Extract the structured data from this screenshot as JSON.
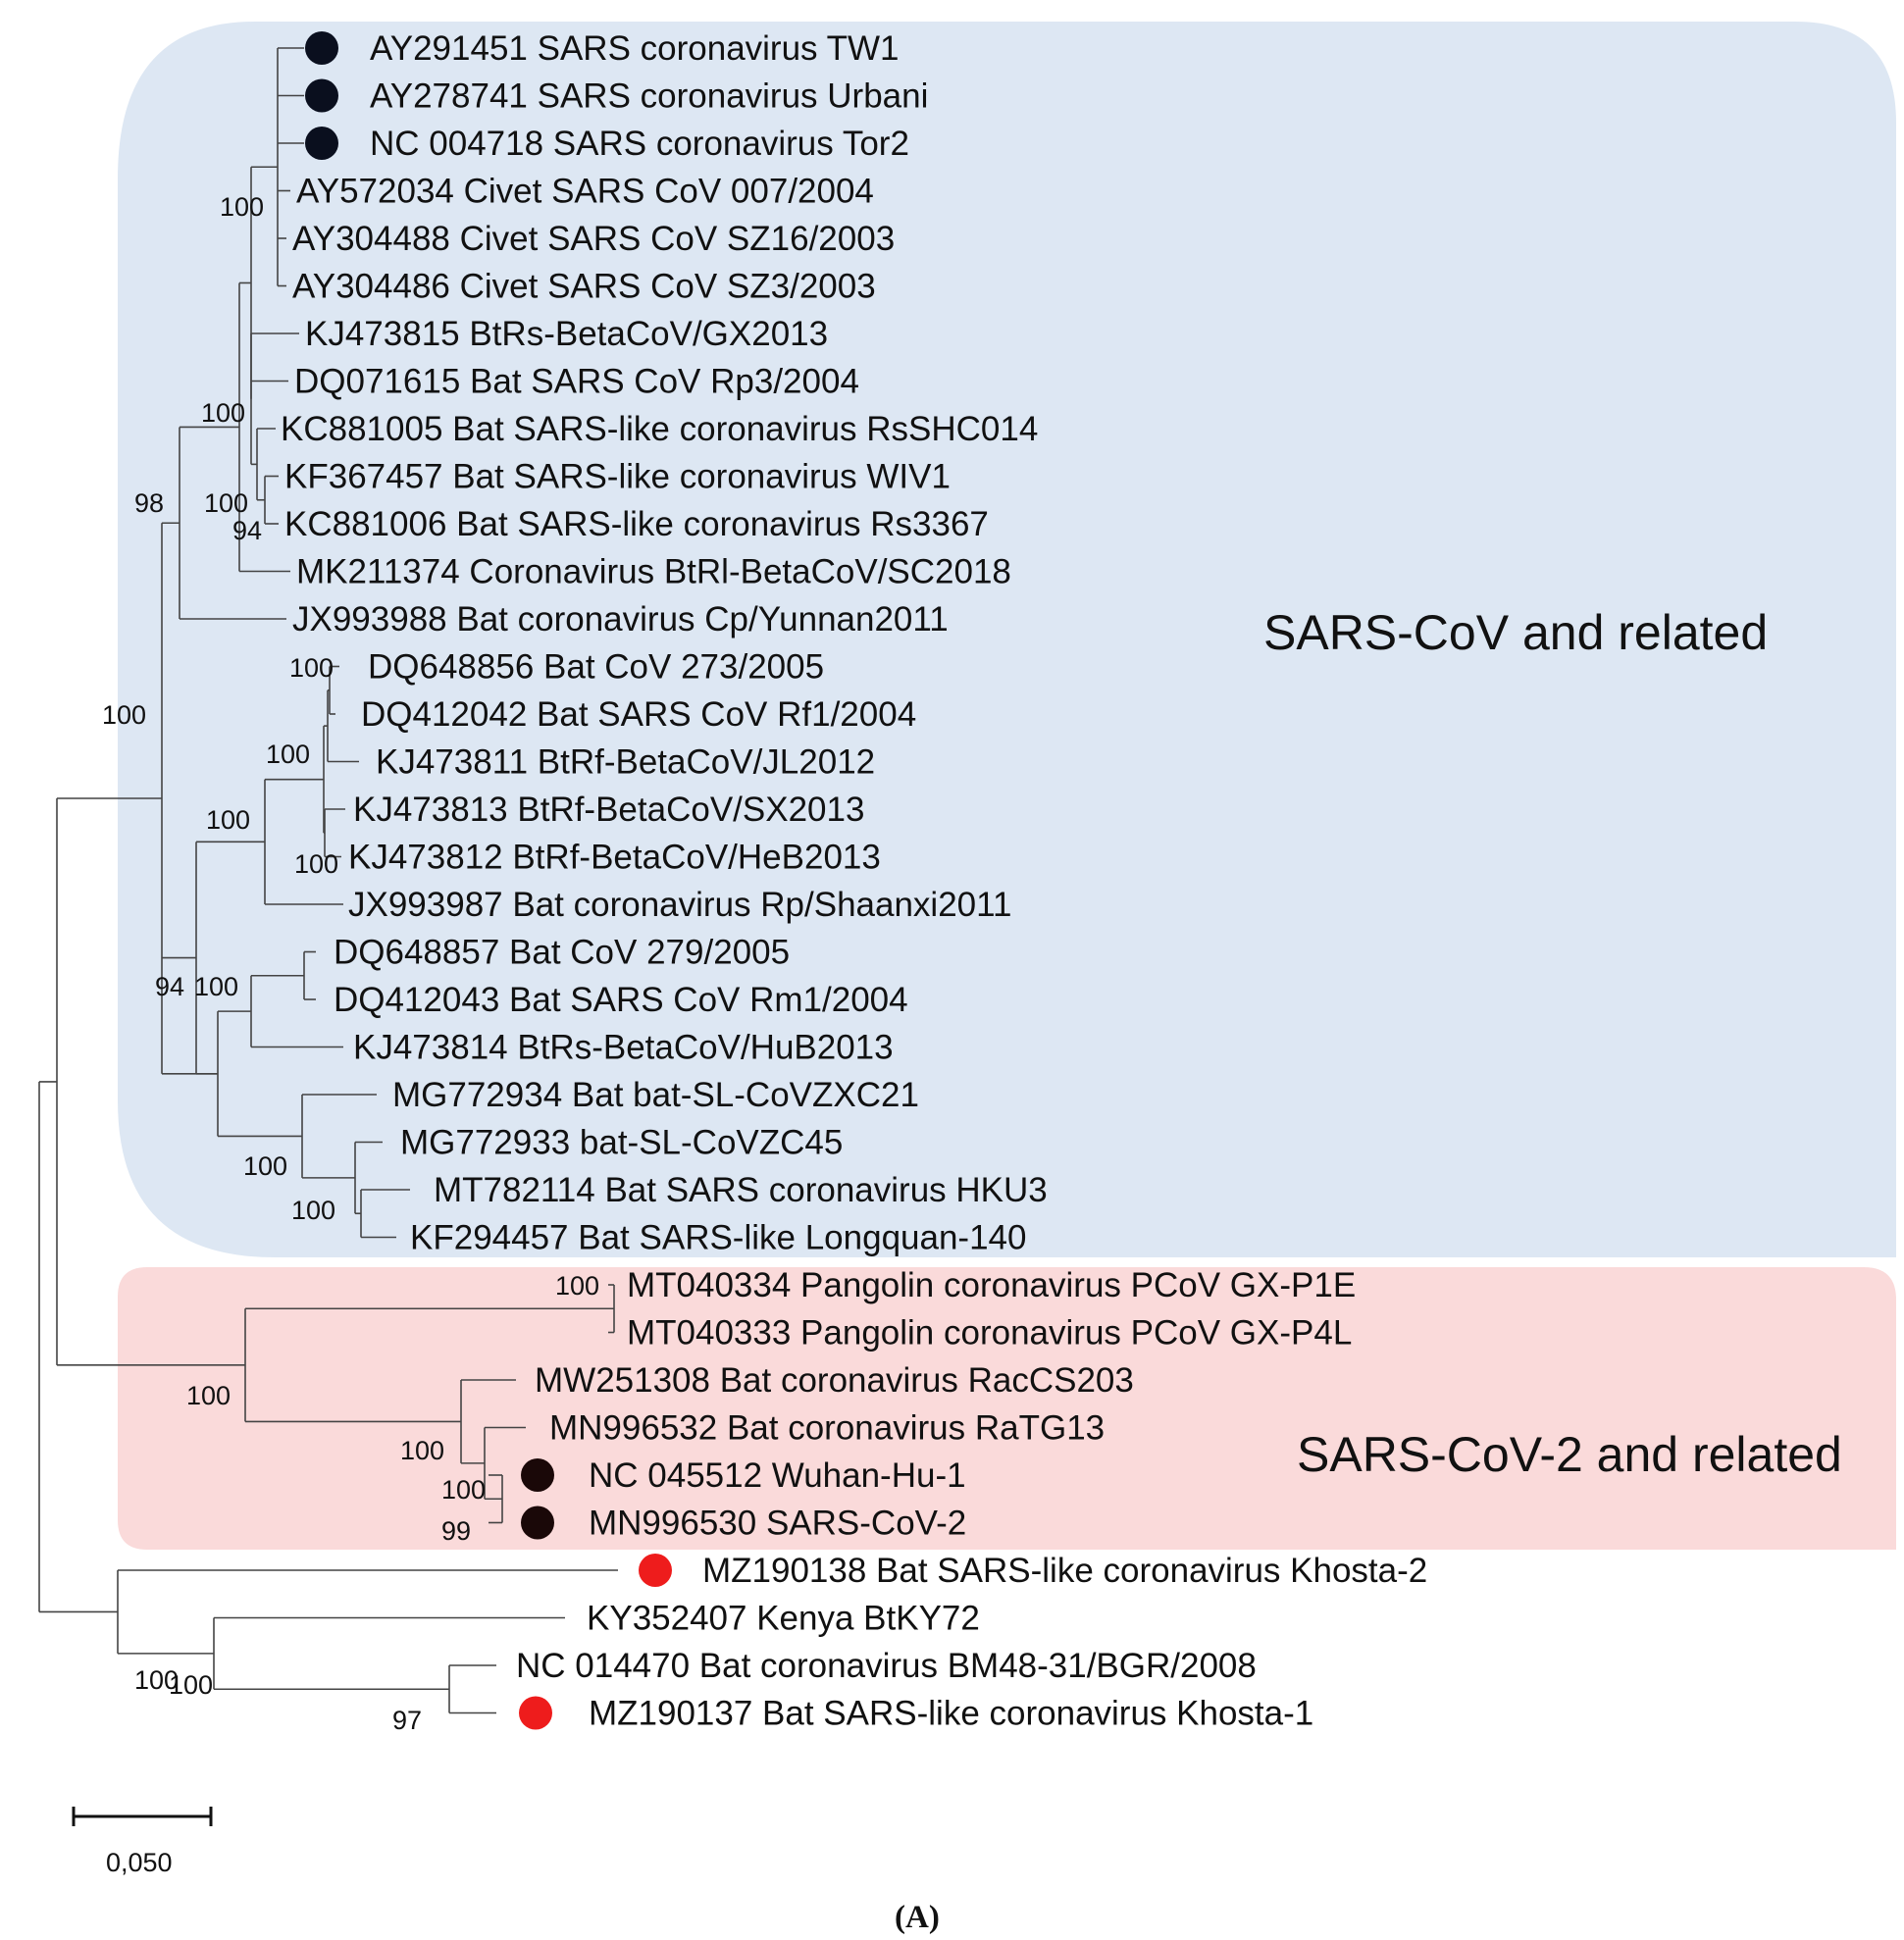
{
  "colors": {
    "sars_cov_region": "#dde7f3",
    "sars_cov2_region": "#fadada",
    "human_marker": "#0a0f1e",
    "sars2_marker": "#1a0808",
    "khosta_marker": "#ee1c1c"
  },
  "clades": {
    "sars_cov": "SARS-CoV and related",
    "sars_cov2": "SARS-CoV-2 and related"
  },
  "leaves": [
    {
      "label": "AY291451 SARS coronavirus TW1",
      "marker": "human"
    },
    {
      "label": "AY278741 SARS coronavirus Urbani",
      "marker": "human"
    },
    {
      "label": "NC 004718 SARS coronavirus Tor2",
      "marker": "human"
    },
    {
      "label": "AY572034 Civet SARS CoV 007/2004",
      "marker": ""
    },
    {
      "label": "AY304488 Civet SARS CoV SZ16/2003",
      "marker": ""
    },
    {
      "label": "AY304486 Civet SARS CoV SZ3/2003",
      "marker": ""
    },
    {
      "label": "KJ473815 BtRs-BetaCoV/GX2013",
      "marker": ""
    },
    {
      "label": "DQ071615 Bat SARS CoV Rp3/2004",
      "marker": ""
    },
    {
      "label": "KC881005 Bat SARS-like coronavirus RsSHC014",
      "marker": ""
    },
    {
      "label": "KF367457 Bat SARS-like coronavirus WIV1",
      "marker": ""
    },
    {
      "label": "KC881006 Bat SARS-like coronavirus Rs3367",
      "marker": ""
    },
    {
      "label": "MK211374 Coronavirus BtRl-BetaCoV/SC2018",
      "marker": ""
    },
    {
      "label": "JX993988 Bat coronavirus Cp/Yunnan2011",
      "marker": ""
    },
    {
      "label": "DQ648856 Bat CoV 273/2005",
      "marker": ""
    },
    {
      "label": "DQ412042 Bat SARS CoV Rf1/2004",
      "marker": ""
    },
    {
      "label": "KJ473811 BtRf-BetaCoV/JL2012",
      "marker": ""
    },
    {
      "label": "KJ473813 BtRf-BetaCoV/SX2013",
      "marker": ""
    },
    {
      "label": "KJ473812 BtRf-BetaCoV/HeB2013",
      "marker": ""
    },
    {
      "label": "JX993987 Bat coronavirus Rp/Shaanxi2011",
      "marker": ""
    },
    {
      "label": "DQ648857 Bat CoV 279/2005",
      "marker": ""
    },
    {
      "label": "DQ412043 Bat SARS CoV Rm1/2004",
      "marker": ""
    },
    {
      "label": "KJ473814 BtRs-BetaCoV/HuB2013",
      "marker": ""
    },
    {
      "label": "MG772934 Bat bat-SL-CoVZXC21",
      "marker": ""
    },
    {
      "label": "MG772933 bat-SL-CoVZC45",
      "marker": ""
    },
    {
      "label": "MT782114 Bat SARS coronavirus HKU3",
      "marker": ""
    },
    {
      "label": "KF294457 Bat SARS-like Longquan-140",
      "marker": ""
    },
    {
      "label": "MT040334 Pangolin coronavirus PCoV GX-P1E",
      "marker": ""
    },
    {
      "label": "MT040333 Pangolin coronavirus PCoV GX-P4L",
      "marker": ""
    },
    {
      "label": "MW251308 Bat coronavirus RacCS203",
      "marker": ""
    },
    {
      "label": "MN996532 Bat coronavirus RaTG13",
      "marker": ""
    },
    {
      "label": "NC 045512 Wuhan-Hu-1",
      "marker": "sars2"
    },
    {
      "label": "MN996530 SARS-CoV-2",
      "marker": "sars2"
    },
    {
      "label": "MZ190138 Bat SARS-like coronavirus Khosta-2",
      "marker": "khosta"
    },
    {
      "label": "KY352407 Kenya BtKY72",
      "marker": ""
    },
    {
      "label": "NC 014470 Bat coronavirus BM48-31/BGR/2008",
      "marker": ""
    },
    {
      "label": "MZ190137 Bat SARS-like coronavirus Khosta-1",
      "marker": "khosta"
    }
  ],
  "bootstrap": [
    "100",
    "100",
    "98",
    "100",
    "94",
    "100",
    "100",
    "100",
    "100",
    "100",
    "94",
    "100",
    "100",
    "100",
    "100",
    "100",
    "100",
    "100",
    "99",
    "100",
    "97",
    "100"
  ],
  "scale_bar": {
    "label": "0,050",
    "value": 0.05
  },
  "panel_label": "(A)"
}
